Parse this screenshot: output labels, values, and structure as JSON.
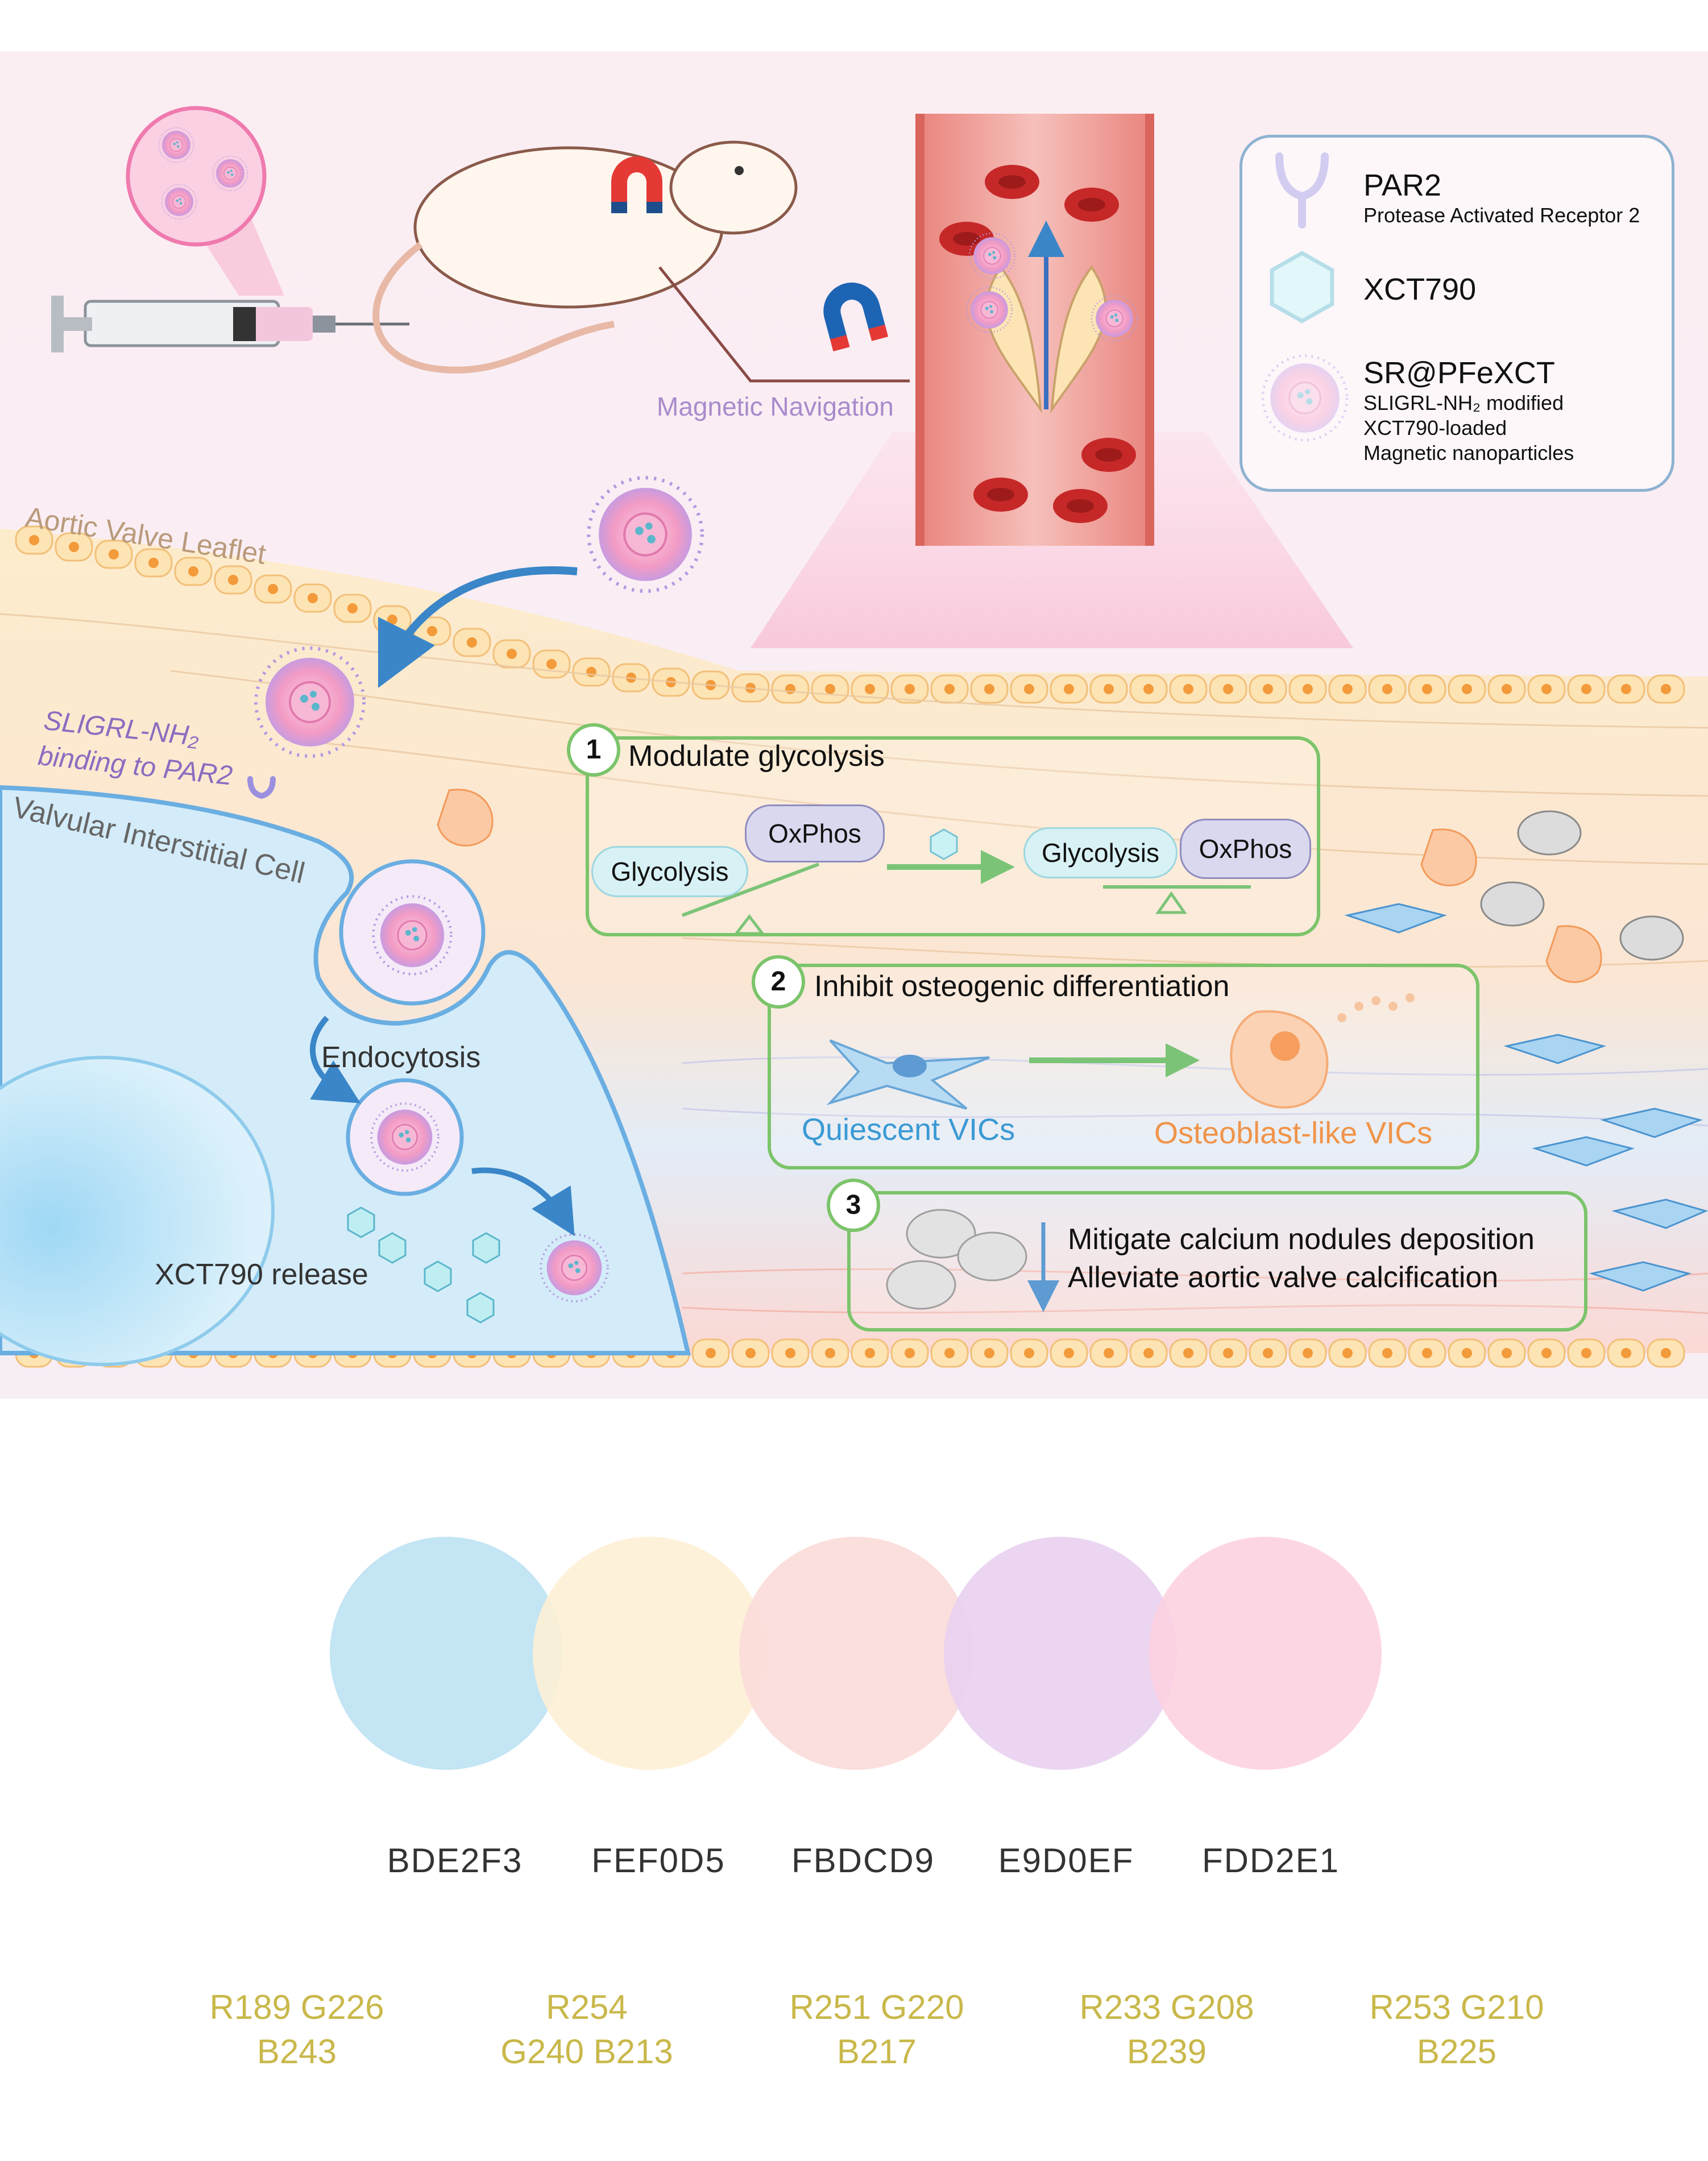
{
  "legend": {
    "par2_title": "PAR2",
    "par2_desc": "Protease Activated Receptor 2",
    "xct_title": "XCT790",
    "sr_title": "SR@PFeXCT",
    "sr_line1": "SLIGRL-NH₂ modified",
    "sr_line2": "XCT790-loaded",
    "sr_line3": "Magnetic nanoparticles"
  },
  "labels": {
    "magnetic_navigation": "Magnetic Navigation",
    "aortic_leaflet": "Aortic Valve Leaflet",
    "sligrl_line1": "SLIGRL-NH₂",
    "sligrl_line2": "binding to PAR2",
    "vic": "Valvular Interstitial Cell",
    "endocytosis": "Endocytosis",
    "xct_release": "XCT790 release"
  },
  "steps": [
    {
      "num": "1",
      "title": "Modulate glycolysis",
      "glycolysis": "Glycolysis",
      "oxphos": "OxPhos"
    },
    {
      "num": "2",
      "title": "Inhibit osteogenic differentiation",
      "left": "Quiescent VICs",
      "right": "Osteoblast-like VICs"
    },
    {
      "num": "3",
      "line1": "Mitigate calcium nodules deposition",
      "line2": "Alleviate aortic valve calcification"
    }
  ],
  "palette": [
    {
      "hex": "BDE2F3",
      "color": "#BDE2F3",
      "rgb1": "R189 G226",
      "rgb2": "B243"
    },
    {
      "hex": "FEF0D5",
      "color": "#FEF0D5",
      "rgb1": "R254",
      "rgb2": "G240 B213"
    },
    {
      "hex": "FBDCD9",
      "color": "#FBDCD9",
      "rgb1": "R251 G220",
      "rgb2": "B217"
    },
    {
      "hex": "E9D0EF",
      "color": "#E9D0EF",
      "rgb1": "R233 G208",
      "rgb2": "B239"
    },
    {
      "hex": "FDD2E1",
      "color": "#FDD2E1",
      "rgb1": "R253 G210",
      "rgb2": "B225"
    }
  ]
}
